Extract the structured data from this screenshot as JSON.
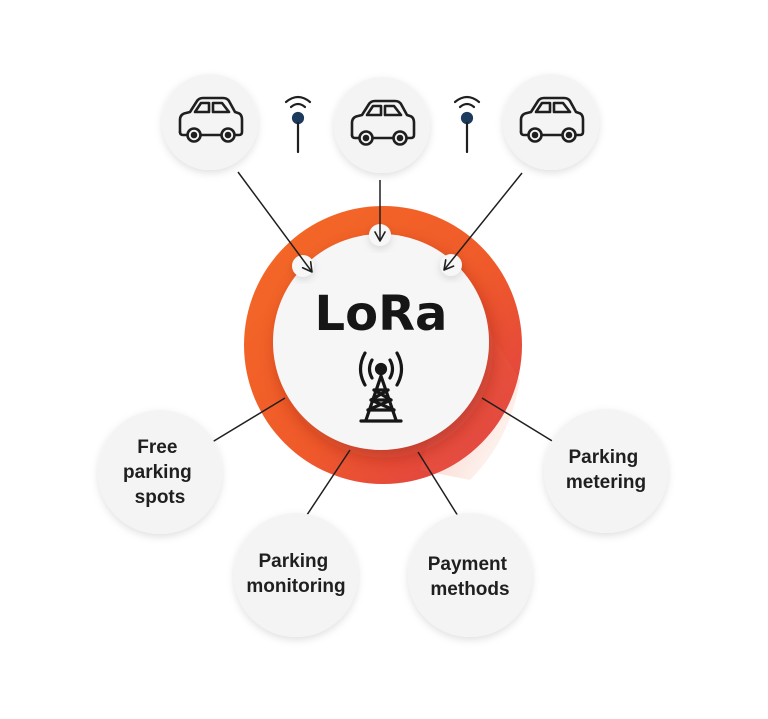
{
  "hub": {
    "title": "LoRa",
    "icon": "radio-tower-icon",
    "ring_colors": [
      "#f46a25",
      "#f05a2a",
      "#dc3a4a"
    ]
  },
  "inputs": [
    {
      "icon": "car-icon"
    },
    {
      "icon": "car-icon"
    },
    {
      "icon": "car-icon"
    }
  ],
  "signal_markers": [
    {
      "icon": "wireless-signal-icon"
    },
    {
      "icon": "wireless-signal-icon"
    }
  ],
  "outputs": [
    {
      "lines": [
        "Free",
        "parking",
        "spots"
      ]
    },
    {
      "lines": [
        "Parking",
        "monitoring"
      ]
    },
    {
      "lines": [
        "Payment",
        "methods"
      ]
    },
    {
      "lines": [
        "Parking",
        "metering"
      ]
    }
  ],
  "colors": {
    "accent": "#f46a25",
    "accent_dark": "#d63a4d",
    "node_fill": "#f4f4f5",
    "stroke": "#1f1f1f"
  }
}
